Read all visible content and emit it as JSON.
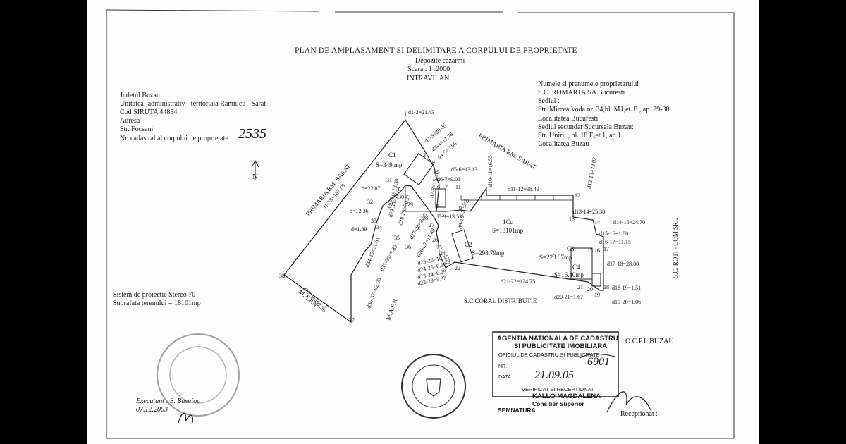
{
  "header": {
    "title": "PLAN DE AMPLASAMENT SI DELIMITARE A CORPULUI DE PROPRIETATE",
    "subtitle": "Depozite cazarmi",
    "scale": "Scara : 1 :2000",
    "zone": "INTRAVILAN"
  },
  "left_info": {
    "judet": "Judetul Buzau",
    "uat": "Unitatea -administrativ - teritoriala Ramnicu - Sarat",
    "siruta": "Cod SIRUTA 44854",
    "adresa_label": "Adresa",
    "strada": "Str. Focsani",
    "nr_cadastral_label": "Nr. cadastral al corpului de proprietate",
    "nr_cadastral_value": "2535"
  },
  "owner_info": {
    "label": "Numele si prenumele proprietarului",
    "name": "S.C. ROMARTA SA Bucuresti",
    "sediu_label": "Sediul :",
    "sediu_address": "Str. Mircea Voda nr. 34,bl. M1,et. 8 , ap. 29-30",
    "sediu_city": "Localitatea Bucuresti",
    "branch_label": "Sediul secundar Sucursala Buzau:",
    "branch_address": "Str. Unirii , bl. 18 E,et.1, ap.1",
    "branch_city": "Localitatea Buzau"
  },
  "bottom_left": {
    "projection": "Sistem de proiectie Stereo 70",
    "area": "Suprafata terenului = 18101mp",
    "executant": "Executant : S. Busuioc",
    "date": "07.12.2003"
  },
  "stamp": {
    "agency_line1": "AGENTIA NATIONALA DE CADASTRU",
    "agency_line2": "SI PUBLICITATE IMOBILIARA",
    "office": "OFICIUL DE CADASTRU SI PUBLICITATE",
    "nr_label": "NR.",
    "nr_value": "6901",
    "data_label": "DATA",
    "data_value": "21.09.05",
    "verified": "VERIFICAT SI RECEPTIONAT",
    "person": "KALLO MAGDALENA",
    "role": "Consilier Superior",
    "signature_label": "SEMNATURA",
    "ocpi": "O.C.P.I. BUZAU",
    "receptionat": "Receptionat :"
  },
  "map_labels": {
    "north": "N",
    "primaria_left": "PRIMARIA RM. SARAT",
    "primaria_top": "PRIMARIA RM. SARAT",
    "roti_com": "S.C. ROTI - COM SRL",
    "coral": "S.C.CORAL DISTRIBUTIE",
    "mapn1": "M.A.P.N",
    "mapn2": "M.A.P.N",
    "c1_name": "C1",
    "c1_area": "S=349 mp",
    "c2_name": "C2",
    "c2_area": "S=298.79mp",
    "c3_name": "C3",
    "c3_area": "S=223.07mp",
    "c4_name": "C4",
    "c4_area": "S=16.40mp",
    "lot_name": "1Cc",
    "lot_area": "S=18101mp"
  },
  "distances": {
    "d1_38": "d1-38=167.69",
    "d1_2": "d1-2=21.43",
    "d2_3": "d2-3=20.06",
    "d3_4": "d3-4=11.78",
    "d4_5": "d4-5=7.96",
    "d5_6": "d5-6=13.13",
    "d6_7": "d6-7=9.01",
    "d7_8": "d7-8=15.37",
    "d8_9": "d8-9=13.53",
    "d9_10": "d9-10=2.55",
    "d10_11": "d10-11=16.55",
    "d11_12": "d11-12=98.49",
    "d12_13": "d12-13=23.02",
    "d13_14": "d13-14=25.38",
    "d14_15": "d14-15=24.70",
    "d15_16": "d15-16=1.00",
    "d16_17": "d16-17=11.15",
    "d17_18": "d17-18=28.00",
    "d18_19": "d18-19=1.51",
    "d19_20": "d19-20=1.06",
    "d20_21": "d20-21=1.67",
    "d21_22": "d21-22=124.75",
    "d22_23": "d22-23=5.37",
    "d23_24": "d23-24=6.39",
    "d24_25": "d24-25=6.35",
    "d25_26": "d25-26=10.15",
    "d26_27": "d26-27=11.48",
    "d27_28": "d27-28=8.50",
    "d28_29": "d28-29=20.23",
    "d29_30": "d29-30=10.44",
    "d30_31": "d30-31=13.30",
    "d31_32": "d=22.87",
    "d32_33": "d=12.36",
    "d33_34": "d=1.89",
    "d34_35": "d34-35=21.61",
    "d35_36": "d35-36=9.89",
    "d36_37": "d36-37=62.08",
    "d37_38": "d37-38=92.36"
  },
  "points": [
    "1",
    "2",
    "3",
    "4",
    "5",
    "6",
    "7",
    "8",
    "9",
    "10",
    "11",
    "12",
    "13",
    "14",
    "15",
    "16",
    "17",
    "18",
    "19",
    "20",
    "21",
    "22",
    "23",
    "24",
    "25",
    "26",
    "27",
    "28",
    "29",
    "30",
    "31",
    "32",
    "33",
    "34",
    "35",
    "36",
    "37",
    "38"
  ]
}
